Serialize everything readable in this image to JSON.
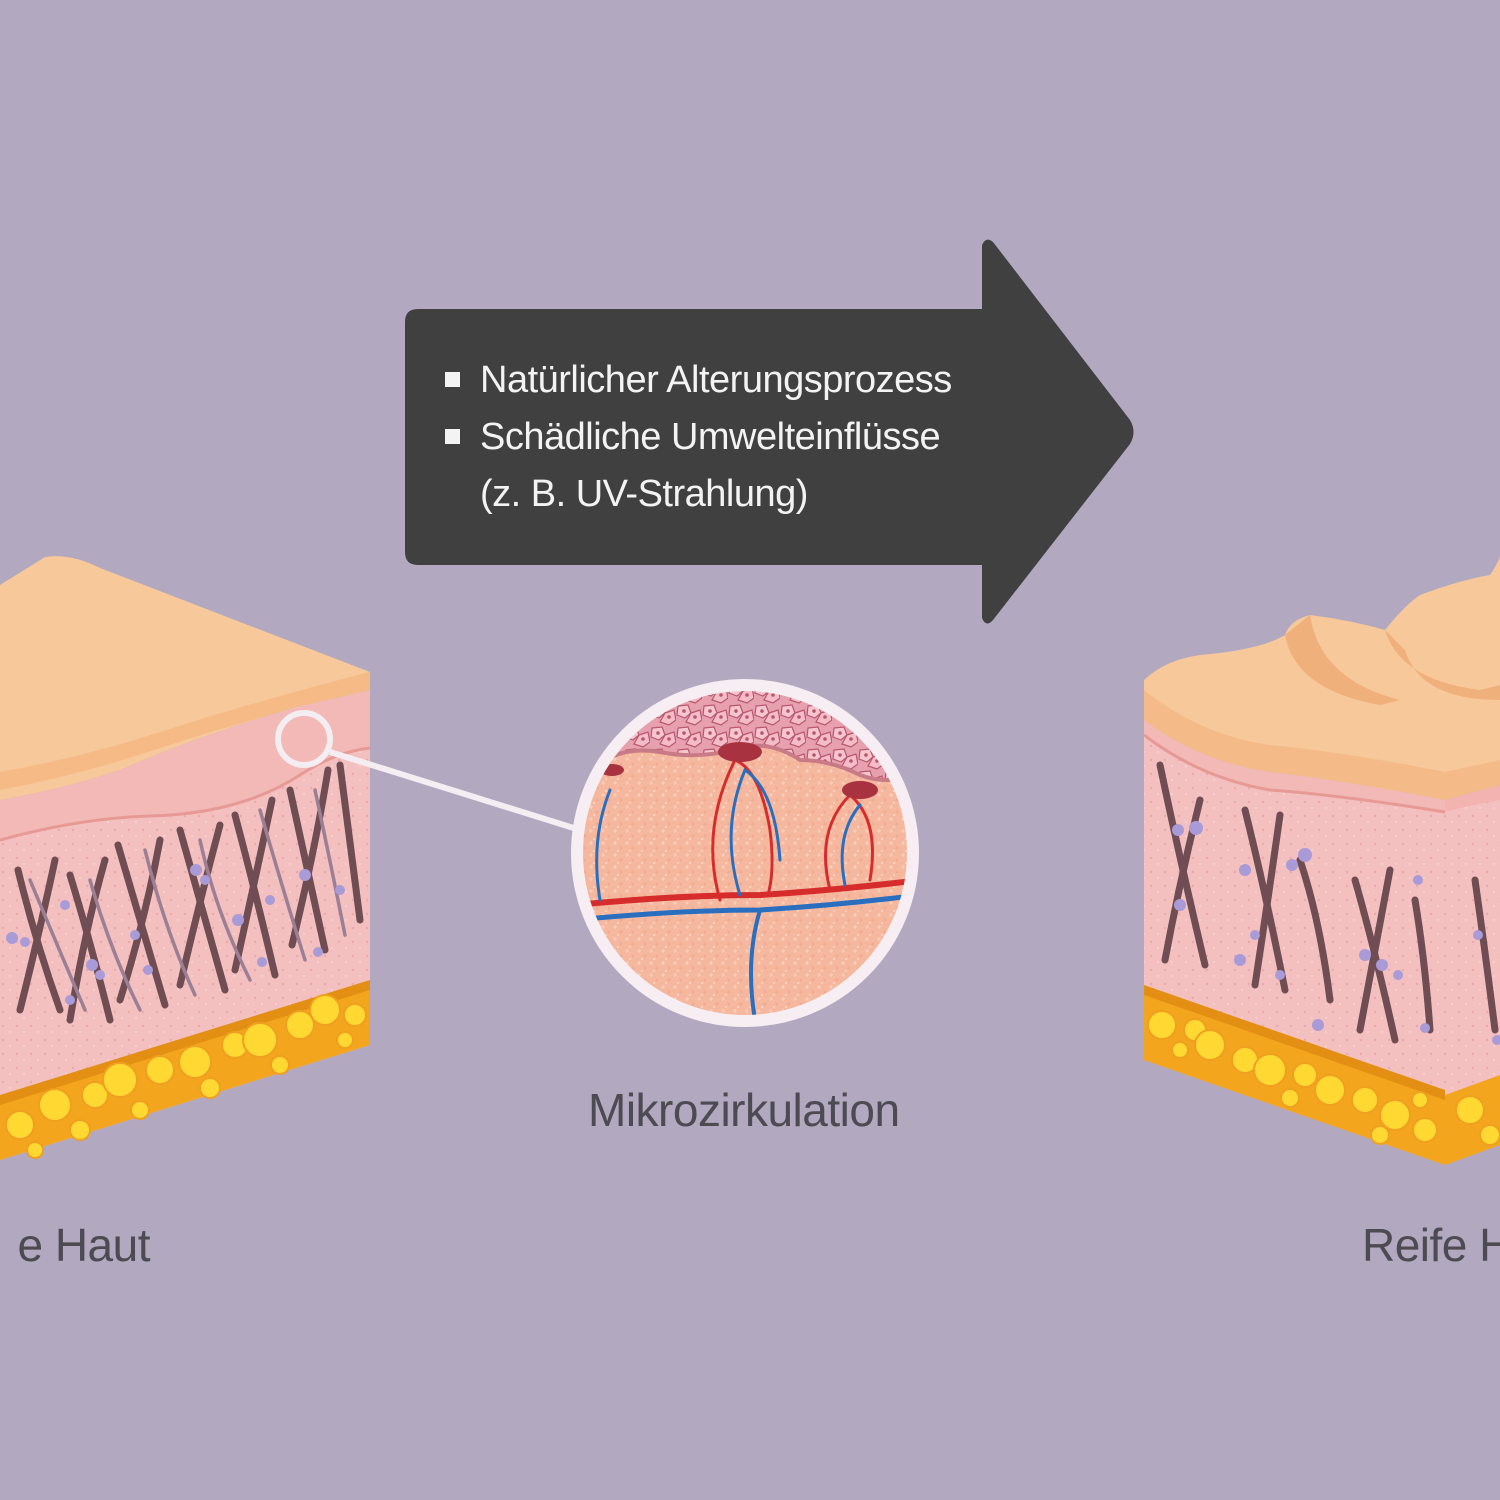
{
  "arrow": {
    "bullets": [
      "Natürlicher Alterungsprozess",
      "Schädliche Umwelteinflüsse"
    ],
    "continuation": "(z. B. UV-Strahlung)"
  },
  "labels": {
    "young_skin": "e Haut",
    "microcirculation": "Mikrozirkulation",
    "mature_skin": "Reife H"
  },
  "colors": {
    "background": "#b2a8bf",
    "arrow": "#404040",
    "arrow_text": "#f3f3f3",
    "label_text": "#4d4a52",
    "skin_surface": "#f7c89a",
    "epidermis": "#f3b8b0",
    "dermis": "#f5c3c3",
    "fat": "#f2a51d",
    "fat_cells": "#ffd832",
    "collagen": "#6f4d52",
    "elastin_dots": "#a99ad8",
    "artery": "#d62c2c",
    "vein": "#2a6fbf"
  }
}
